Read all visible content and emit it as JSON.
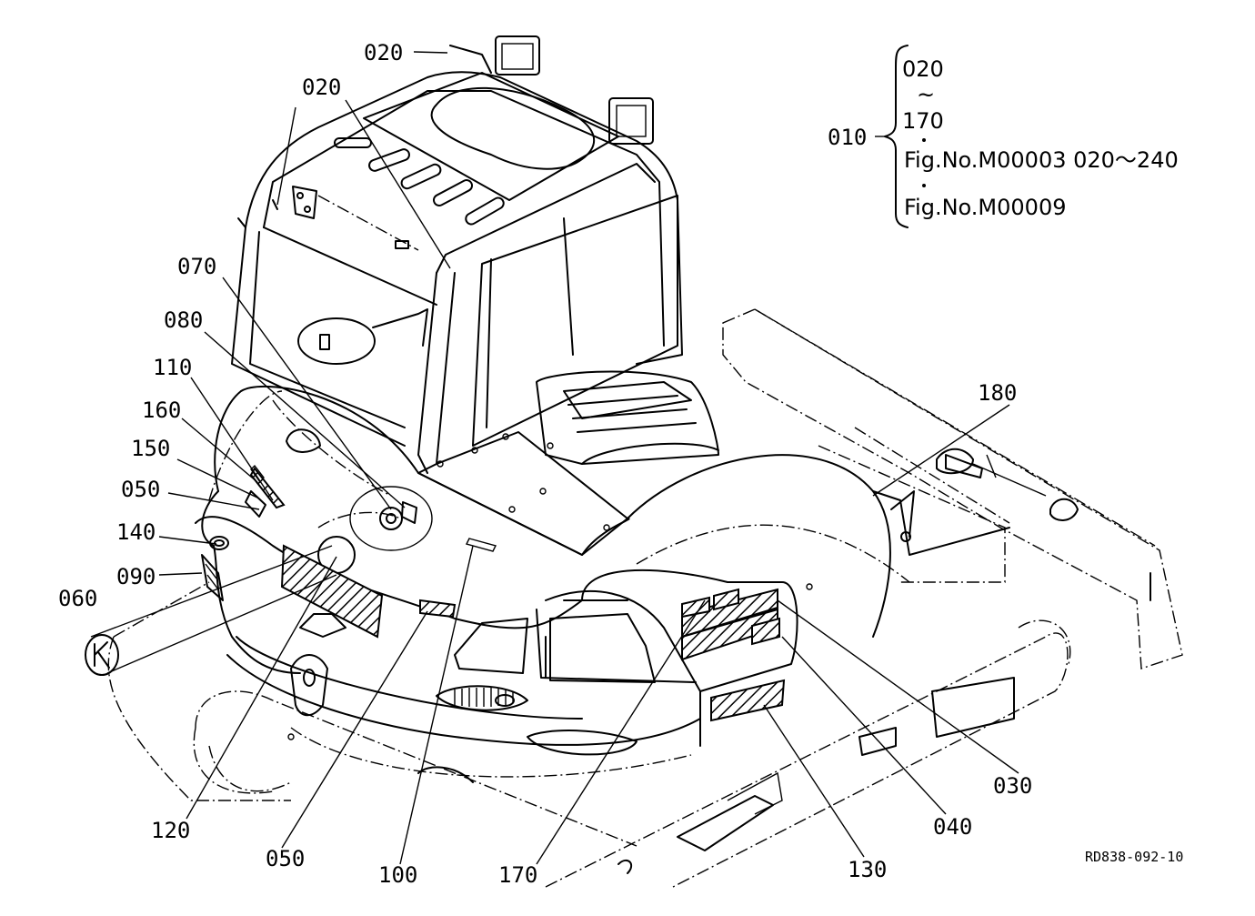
{
  "callouts": [
    {
      "id": "c020a",
      "label": "020"
    },
    {
      "id": "c020b",
      "label": "020"
    },
    {
      "id": "c070",
      "label": "070"
    },
    {
      "id": "c080",
      "label": "080"
    },
    {
      "id": "c110",
      "label": "110"
    },
    {
      "id": "c160",
      "label": "160"
    },
    {
      "id": "c150",
      "label": "150"
    },
    {
      "id": "c050a",
      "label": "050"
    },
    {
      "id": "c140",
      "label": "140"
    },
    {
      "id": "c090",
      "label": "090"
    },
    {
      "id": "c060",
      "label": "060"
    },
    {
      "id": "c120",
      "label": "120"
    },
    {
      "id": "c050b",
      "label": "050"
    },
    {
      "id": "c100",
      "label": "100"
    },
    {
      "id": "c170",
      "label": "170"
    },
    {
      "id": "c130",
      "label": "130"
    },
    {
      "id": "c040",
      "label": "040"
    },
    {
      "id": "c030",
      "label": "030"
    },
    {
      "id": "c180",
      "label": "180"
    }
  ],
  "assembly_note": {
    "parent": "010",
    "range_start": "020",
    "range_mark": "~",
    "range_end": "170",
    "ref1": "Fig.No.M00003  020～240",
    "ref2": "Fig.No.M00009"
  },
  "drawing_ref": "RD838-092-10"
}
